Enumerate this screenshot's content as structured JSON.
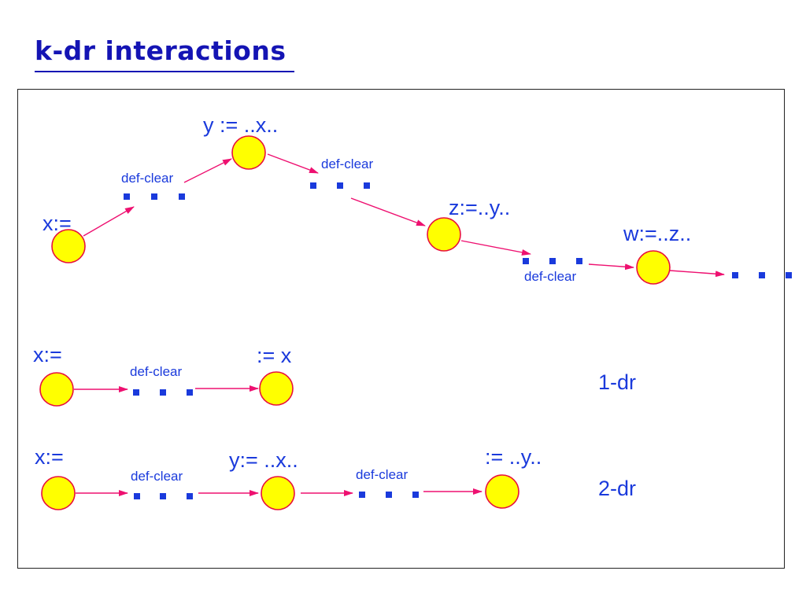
{
  "slide": {
    "title": "k-dr interactions"
  },
  "diagram": {
    "colors": {
      "text": "#1a3adc",
      "title": "#1414b4",
      "node_fill": "#ffff00",
      "node_stroke": "#e8103c",
      "arrow": "#ee1070",
      "frame": "#222222"
    },
    "top_chain": {
      "x_assign": "x:=",
      "y_assign": "y := ..x..",
      "z_assign": "z:=..y..",
      "w_assign": "w:=..z..",
      "def_clear_1": "def-clear",
      "def_clear_2": "def-clear",
      "def_clear_3": "def-clear"
    },
    "one_dr": {
      "x_assign": "x:=",
      "use_x": ":= x",
      "def_clear": "def-clear",
      "label": "1-dr"
    },
    "two_dr": {
      "x_assign": "x:=",
      "y_assign": "y:= ..x..",
      "use_y": ":= ..y..",
      "def_clear_1": "def-clear",
      "def_clear_2": "def-clear",
      "label": "2-dr"
    }
  }
}
